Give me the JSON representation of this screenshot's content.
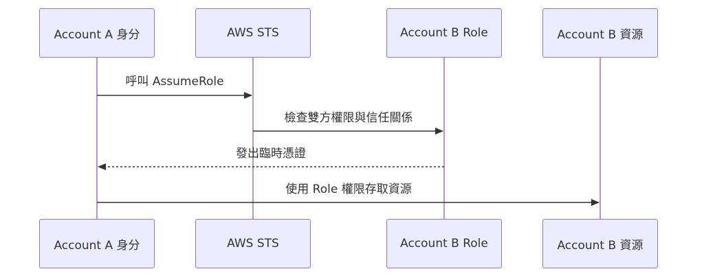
{
  "participants": [
    {
      "id": "a",
      "label": "Account A 身分"
    },
    {
      "id": "sts",
      "label": "AWS STS"
    },
    {
      "id": "b",
      "label": "Account B Role"
    },
    {
      "id": "res",
      "label": "Account B 資源"
    }
  ],
  "messages": [
    {
      "label": "呼叫 AssumeRole",
      "from": 0,
      "to": 1,
      "style": "solid"
    },
    {
      "label": "檢查雙方權限與信任關係",
      "from": 1,
      "to": 2,
      "style": "solid"
    },
    {
      "label": "發出臨時憑證",
      "from": 2,
      "to": 0,
      "style": "dashed"
    },
    {
      "label": "使用 Role 權限存取資源",
      "from": 0,
      "to": 3,
      "style": "solid"
    }
  ],
  "colors": {
    "actor_fill": "#ececff",
    "actor_border": "#9370db",
    "lifeline": "#9370db",
    "message": "#333333",
    "text": "#333333"
  }
}
